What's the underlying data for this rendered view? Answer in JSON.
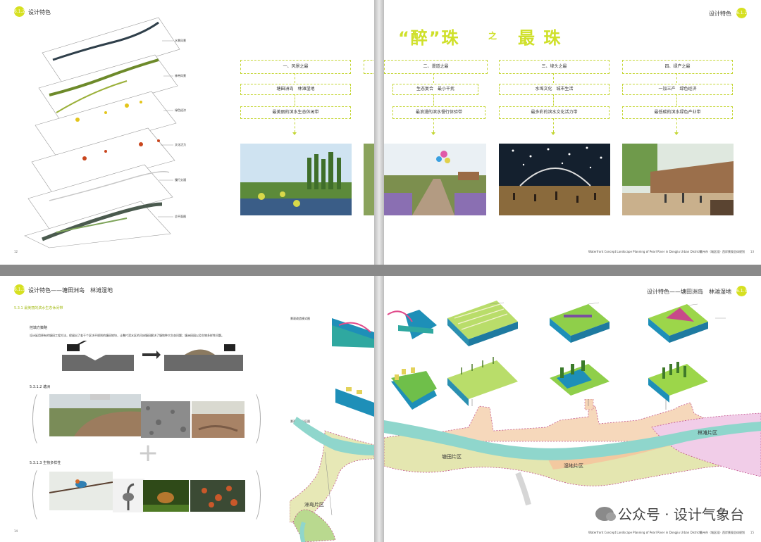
{
  "page12": {
    "badge": "6.1.2",
    "title": "设计特色",
    "page_number": "12",
    "layer_labels": [
      "水景风景",
      "林带风景",
      "绿色经济",
      "文化活力",
      "慢行交通",
      "总平面图"
    ]
  },
  "page13": {
    "badge": "6.1.2",
    "title": "设计特色",
    "headline_left": "“醉”珠",
    "headline_mid": "之",
    "headline_right": "最 珠",
    "columns": [
      {
        "title": "一、风景之最",
        "sub": "塘田洲岛　林滩湿地",
        "desc": "最美丽的滨水生态休闲带"
      },
      {
        "title": "二、漫道之最",
        "sub": "生态复合　最小干扰",
        "desc": "最浪漫的滨水慢行体验带"
      },
      {
        "title": "三、埠头之最",
        "sub": "水埠文化　城市生活",
        "desc": "最多彩的滨水文化活力带"
      },
      {
        "title": "四、绿产之最",
        "sub": "一加三产　绿色经济",
        "desc": "最低碳的滨水绿色产业带"
      }
    ],
    "footer_en": "Waterfront Concept Landscape Planning of Pearl River in Dongjiu Urban District",
    "footer_cn": "衢州市（城区段）西岸景观总体规划",
    "page_number": "13"
  },
  "page14": {
    "badge": "6.1.3",
    "title": "设计特色——塘田洲岛　林滩湿地",
    "subtitle": "5.3.1 最美丽的滨水生态休闲带",
    "strategy_title": "控填方策略",
    "strategy_text": "设计延用原有的塘田工程方法，保留出了若干个区块不规则的塘田地块，让整片滨水区的河床塘田解决了塘地种大生态问题；塘洲田园以及生物多样性问题。",
    "sub1": "5.3.1.2 塘洲",
    "sub2": "5.3.1.3 生物多样性",
    "page_number": "14"
  },
  "page15": {
    "badge": "6.1.3",
    "title": "设计特色——塘田洲岛　林滩湿地",
    "diagram_label": "景观改造模式图",
    "zoning_label": "景观风貌分区图",
    "zones": [
      "塘田片区",
      "湿地片区",
      "林滩片区",
      "洲岛片区"
    ],
    "footer_en": "Waterfront Concept Landscape Planning of Pearl River in Dongjiu Urban District",
    "footer_cn": "衢州市（城区段）西岸景观总体规划",
    "page_number": "15",
    "watermark": "公众号 · 设计气象台"
  }
}
